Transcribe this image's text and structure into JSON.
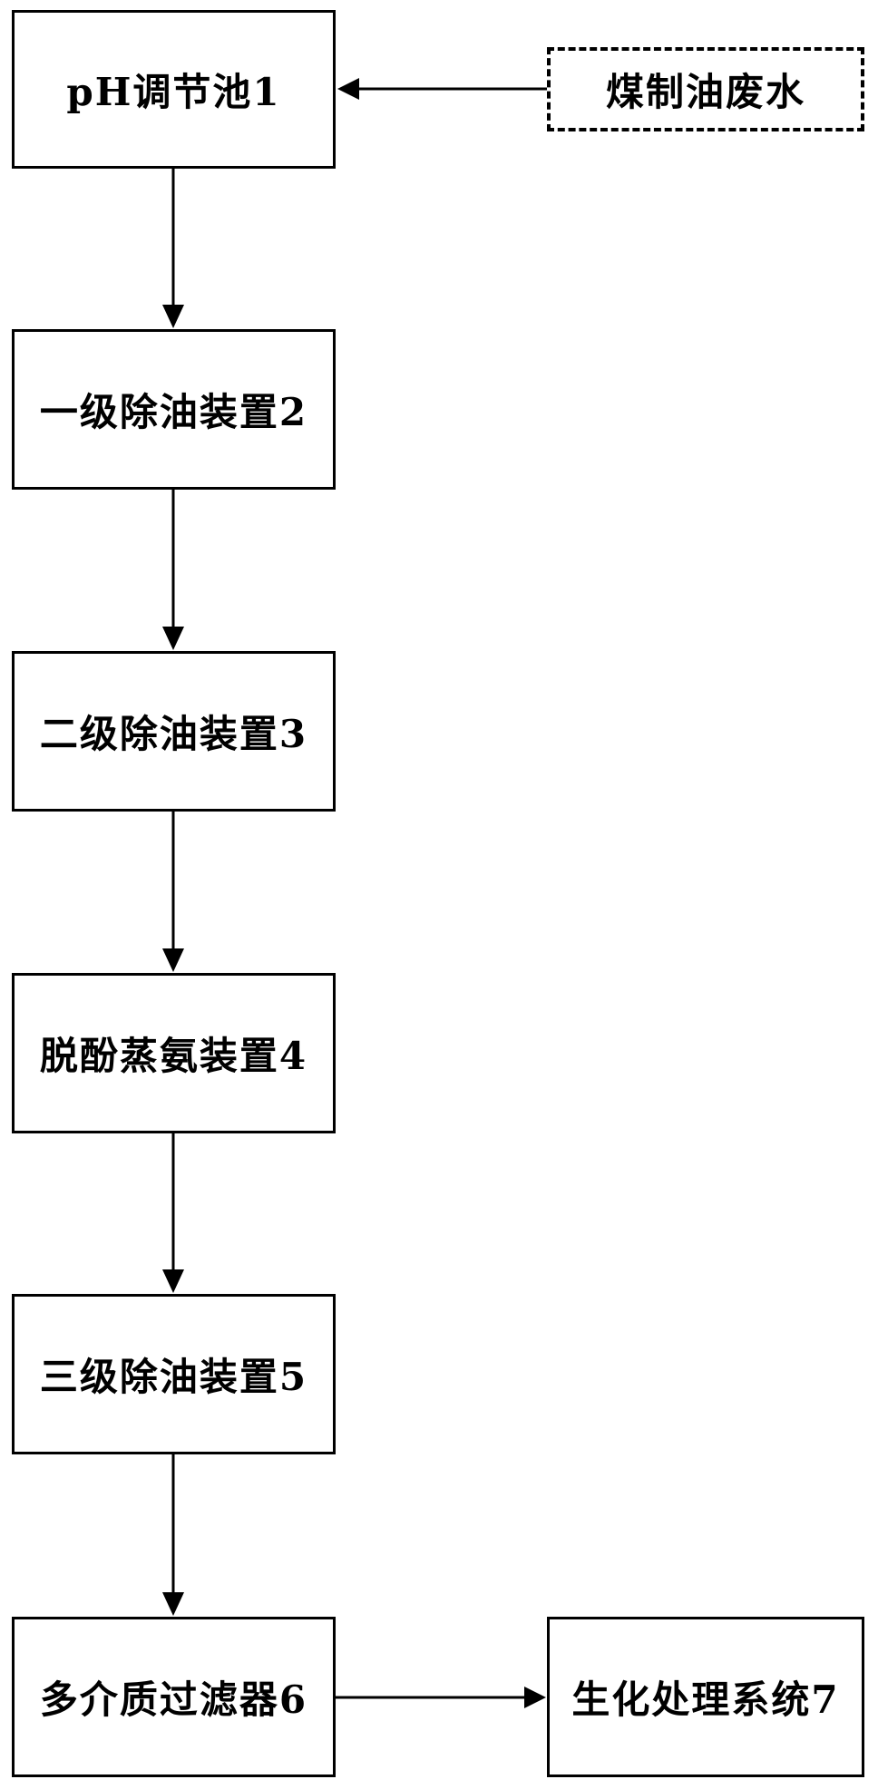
{
  "diagram": {
    "source": {
      "label": "煤制油废水"
    },
    "nodes": [
      {
        "id": "n1",
        "label": "pH调节池1"
      },
      {
        "id": "n2",
        "label": "一级除油装置2"
      },
      {
        "id": "n3",
        "label": "二级除油装置3"
      },
      {
        "id": "n4",
        "label": "脱酚蒸氨装置4"
      },
      {
        "id": "n5",
        "label": "三级除油装置5"
      },
      {
        "id": "n6",
        "label": "多介质过滤器6"
      },
      {
        "id": "n7",
        "label": "生化处理系统7"
      }
    ],
    "edges": [
      {
        "from": "source",
        "to": "n1"
      },
      {
        "from": "n1",
        "to": "n2"
      },
      {
        "from": "n2",
        "to": "n3"
      },
      {
        "from": "n3",
        "to": "n4"
      },
      {
        "from": "n4",
        "to": "n5"
      },
      {
        "from": "n5",
        "to": "n6"
      },
      {
        "from": "n6",
        "to": "n7"
      }
    ],
    "colors": {
      "stroke": "#000000",
      "background": "#ffffff"
    }
  }
}
